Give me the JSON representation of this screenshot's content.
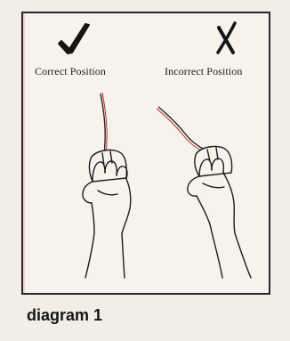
{
  "figure": {
    "correct_label": "Correct Position",
    "incorrect_label": "Incorrect Position",
    "caption": "diagram 1",
    "icons": {
      "correct": "checkmark-icon",
      "incorrect": "x-mark-icon"
    }
  }
}
